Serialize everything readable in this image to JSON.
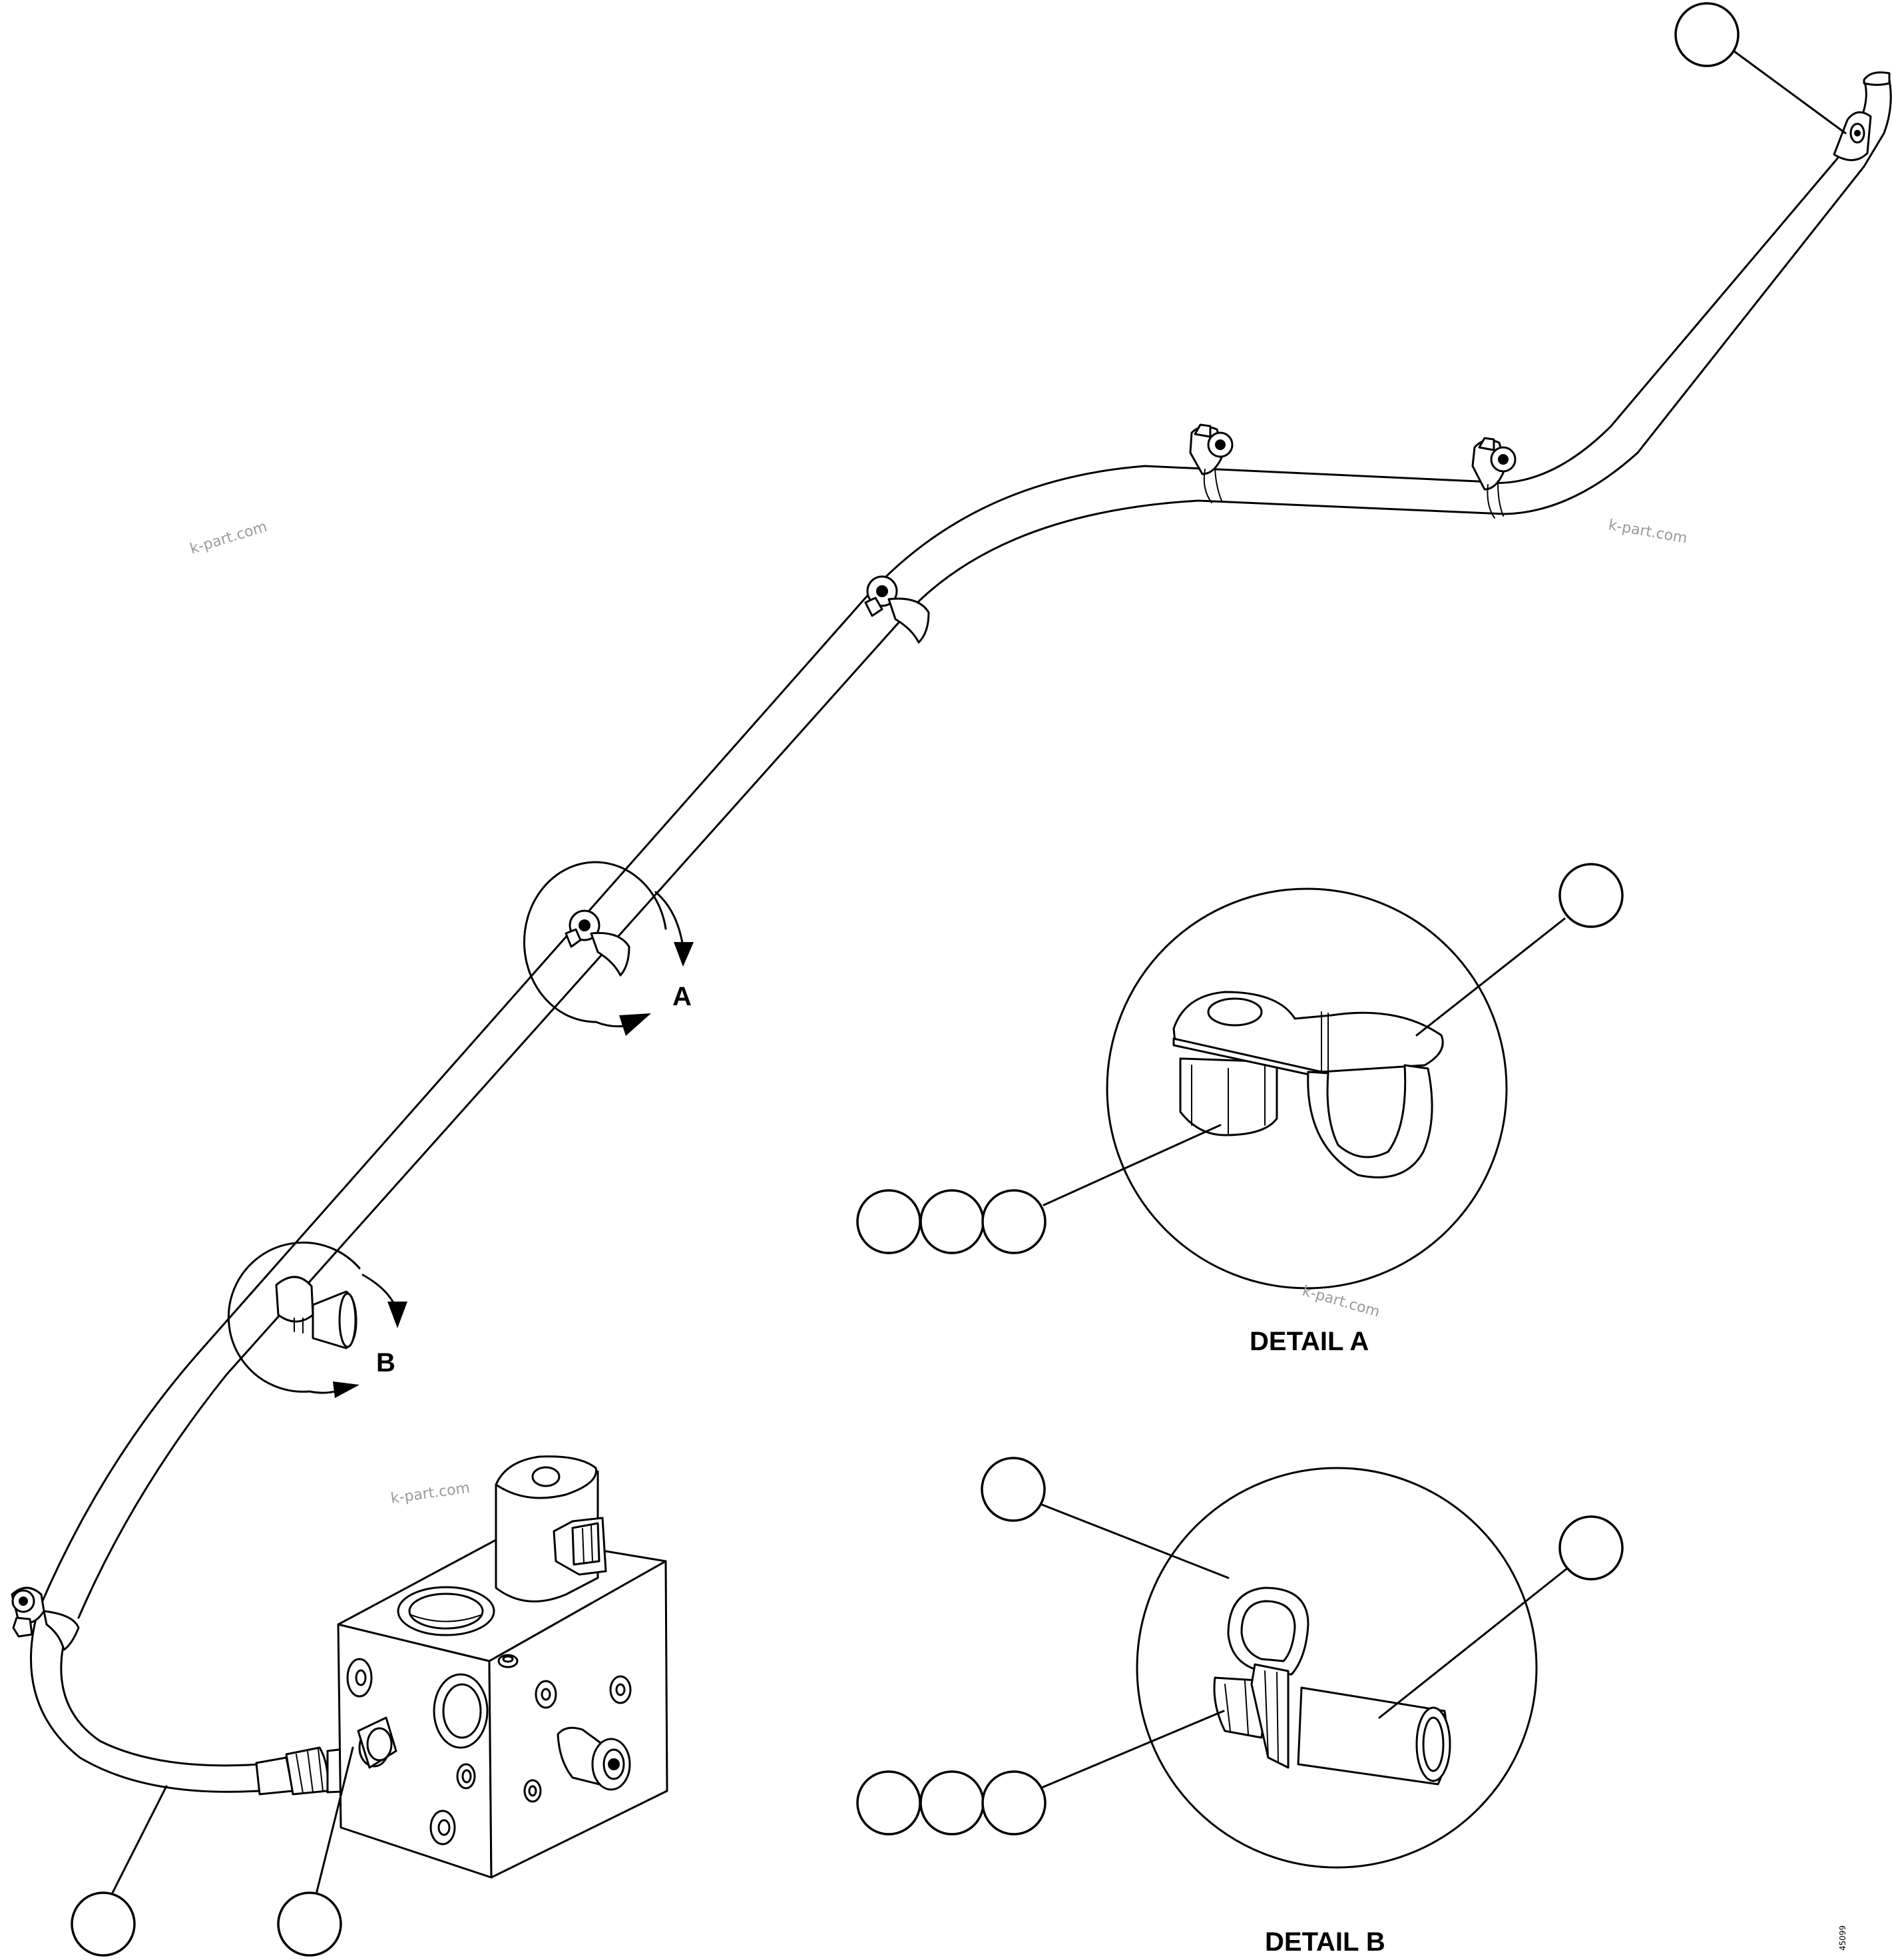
{
  "detail_a": {
    "arrow_letter": "A",
    "title": "DETAIL A"
  },
  "detail_b": {
    "arrow_letter": "B",
    "title": "DETAIL B"
  },
  "watermark": "k-part.com",
  "figure_number": "45099"
}
